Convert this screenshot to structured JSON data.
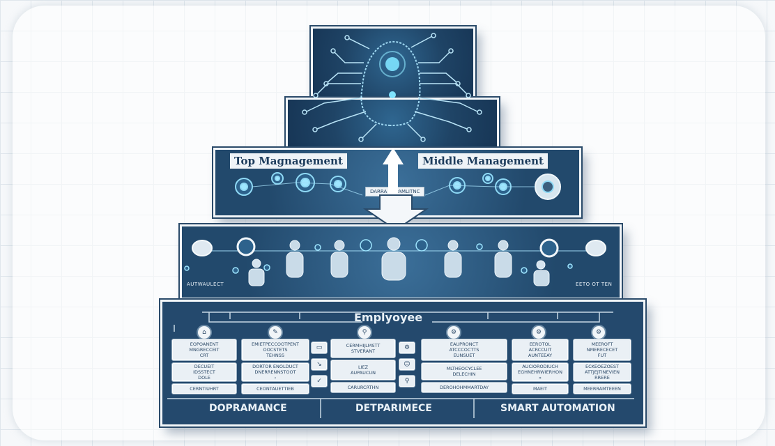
{
  "tiers": {
    "top": {
      "left_title": "Top Magnagement",
      "right_title": "Middle Management",
      "center_label": "DARRA AUPAMLITNC"
    },
    "middle": {
      "left_caption": "AUTWAULECT",
      "right_caption": "EETO OT TEN"
    },
    "bottom": {
      "title": "Emplyoyee",
      "footer": [
        "DOPRAMANCE",
        "DETPARIMECE",
        "SMART AUTOMATION"
      ],
      "columns": [
        {
          "icon": "⌂",
          "boxes": [
            "EOPOANENT\nMNGRECCEIT\nCRT",
            "DECUEIT\nIDSSTECT\nDOLE",
            "CERNTIUHRT"
          ]
        },
        {
          "icon": "✎",
          "boxes": [
            "EMIETPECCOOTPENT\nOOCSTETS\nTEHNSS",
            "DORTOR ENOLDUCT\nDNERRENNSTOOT\n›",
            "CEONTAUETTIEB"
          ]
        },
        {
          "icon": "⚲",
          "boxes": [
            "CERMHIJLMSTT\nSTVERANT",
            "LIEZ\nAUPAUCUN",
            "CARURCRTHN"
          ]
        },
        {
          "icon": "⚙",
          "boxes": [
            "EAUPRONCT\nATCCCOCTTS\nEUNSUET",
            "MLTHEOCYCLEE\nDELECHIN",
            "DEROHOHMMARTDAY"
          ]
        },
        {
          "icon": "⚙",
          "boxes": [
            "EEROTOL\nACRCCUIT\nAUNTEEAY",
            "AUCIORODIUCH\nEGHNEHRWIERHON\n»",
            "MAEIT"
          ]
        },
        {
          "icon": "⚙",
          "boxes": [
            "MEEROFT\nNMERECECET\nFUT",
            "ECKEOEZOEST\nATTJEJTINEVIEN\nRRERE",
            "MEERRAMTEEEN"
          ]
        }
      ]
    }
  }
}
